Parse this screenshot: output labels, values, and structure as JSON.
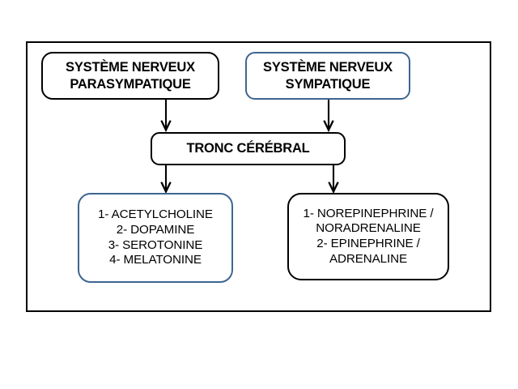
{
  "diagram": {
    "frame": {
      "name": "outer-border"
    },
    "nodes": [
      {
        "id": "parasympathetic",
        "label": "SYSTÈME NERVEUX\nPARASYMPATIQUE",
        "border_color": "#000000",
        "style": "black"
      },
      {
        "id": "sympathetic",
        "label": "SYSTÈME NERVEUX\nSYMPATIQUE",
        "border_color": "#3E6590",
        "style": "blue"
      },
      {
        "id": "tronc",
        "label": "TRONC CÉRÉBRAL",
        "border_color": "#000000",
        "style": "black"
      },
      {
        "id": "parasympathetic_neurotransmitters",
        "label": "1- ACETYLCHOLINE\n2-   DOPAMINE\n3- SEROTONINE\n4- MELATONINE",
        "border_color": "#3E6590",
        "style": "blue"
      },
      {
        "id": "sympathetic_neurotransmitters",
        "label": "1- NOREPINEPHRINE /\nNORADRENALINE\n2-  EPINEPHRINE /\nADRENALINE",
        "border_color": "#000000",
        "style": "black"
      }
    ],
    "connectors": [
      {
        "id": "parasympathetic-to-tronc",
        "from": "parasympathetic",
        "to": "tronc",
        "arrow": "down"
      },
      {
        "id": "sympathetic-to-tronc",
        "from": "sympathetic",
        "to": "tronc",
        "arrow": "down"
      },
      {
        "id": "tronc-to-parasympathetic-neurotransmitters",
        "from": "tronc",
        "to": "parasympathetic_neurotransmitters",
        "arrow": "down"
      },
      {
        "id": "tronc-to-sympathetic-neurotransmitters",
        "from": "tronc",
        "to": "sympathetic_neurotransmitters",
        "arrow": "down"
      }
    ],
    "colors": {
      "background": "#ffffff",
      "line": "#000000",
      "accent_blue": "#3E6590"
    }
  }
}
